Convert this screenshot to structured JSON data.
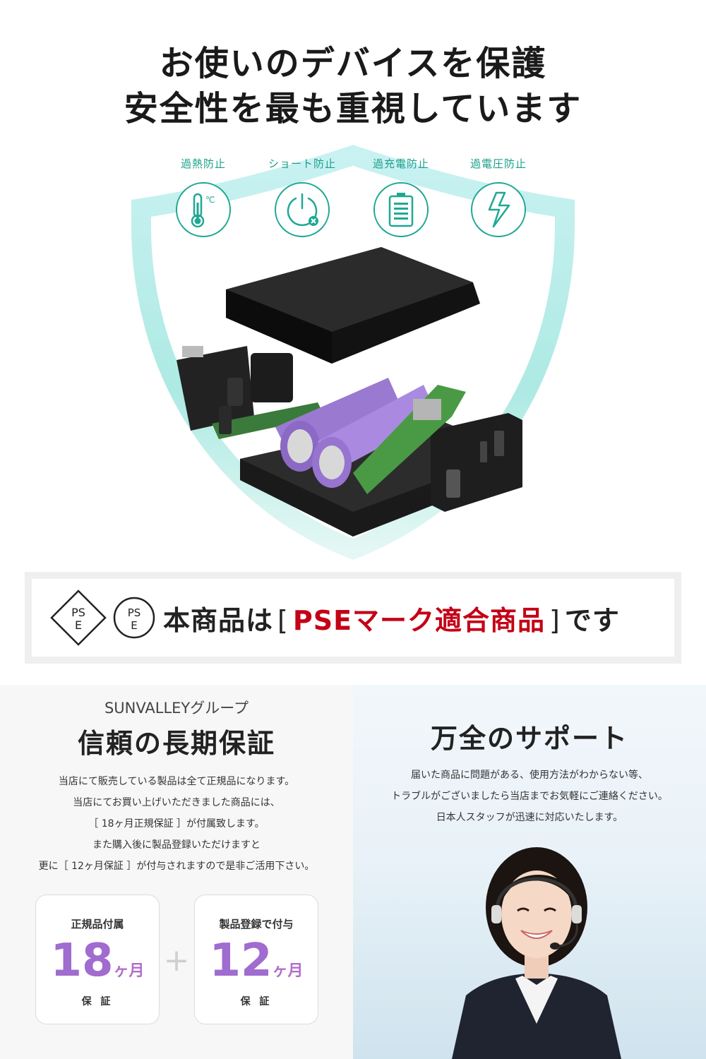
{
  "hero": {
    "title_line1": "お使いのデバイスを保護",
    "title_line2": "安全性を最も重視しています"
  },
  "features": [
    {
      "label": "過熱防止",
      "icon": "thermometer-icon"
    },
    {
      "label": "ショート防止",
      "icon": "power-off-icon"
    },
    {
      "label": "過充電防止",
      "icon": "battery-icon"
    },
    {
      "label": "過電圧防止",
      "icon": "lightning-icon"
    }
  ],
  "feature_icon_text": {
    "celsius": "℃"
  },
  "pse": {
    "mark1": {
      "top": "PS",
      "bottom": "E"
    },
    "mark2": {
      "top": "PS",
      "bottom": "E"
    },
    "lead": "本商品は",
    "bracket_open": "[",
    "highlight": "PSEマーク適合商品",
    "bracket_close": "]",
    "tail": "です"
  },
  "warranty": {
    "group": "SUNVALLEYグループ",
    "title": "信頼の長期保証",
    "lines": [
      "当店にて販売している製品は全て正規品になります。",
      "当店にてお買い上げいただきました商品には、",
      "［ 18ヶ月正規保証 ］が付属致します。",
      "また購入後に製品登録いただけますと",
      "更に［ 12ヶ月保証 ］が付与されますので是非ご活用下さい。"
    ],
    "card1": {
      "label": "正規品付属",
      "number": "18",
      "unit": "ヶ月",
      "foot": "保 証"
    },
    "plus": "+",
    "card2": {
      "label": "製品登録で付与",
      "number": "12",
      "unit": "ヶ月",
      "foot": "保 証"
    }
  },
  "support": {
    "title": "万全のサポート",
    "lines": [
      "届いた商品に問題がある、使用方法がわからない等、",
      "トラブルがございましたら当店までお気軽にご連絡ください。",
      "日本人スタッフが迅速に対応いたします。"
    ]
  },
  "colors": {
    "accent_teal": "#1fa893",
    "highlight_red": "#c40016",
    "number_purple": "#a06ccf",
    "battery_purple": "#9a7ad0"
  }
}
